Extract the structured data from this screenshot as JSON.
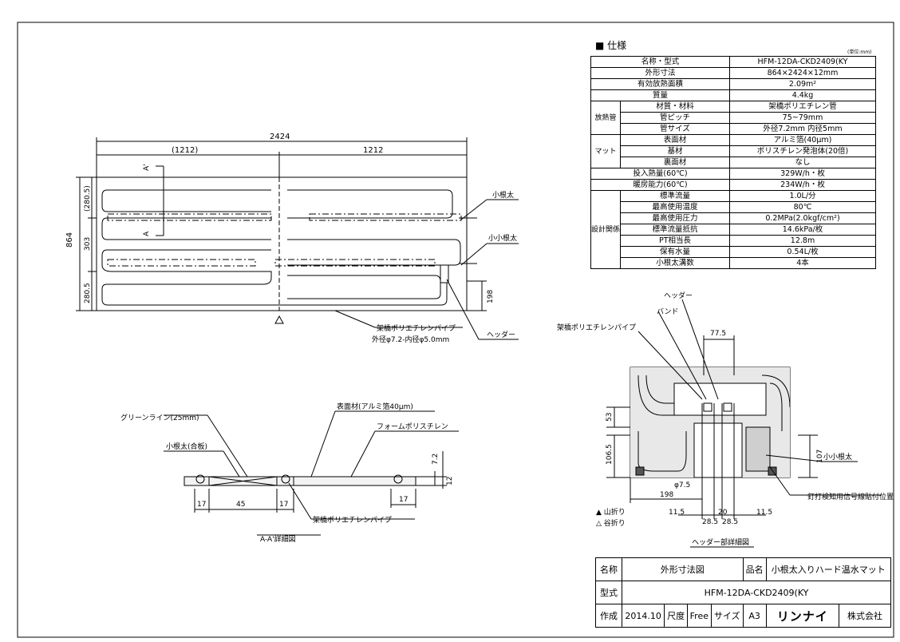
{
  "spec": {
    "title": "■ 仕様",
    "unit": "(単位:mm)",
    "rows": [
      {
        "label": "名称・型式",
        "value": "HFM-12DA-CKD2409(KY"
      },
      {
        "label": "外形寸法",
        "value": "864×2424×12mm"
      },
      {
        "label": "有効放熱面積",
        "value": "2.09m²"
      },
      {
        "label": "質量",
        "value": "4.4kg"
      },
      {
        "group": "放熱管",
        "label": "材質・材料",
        "value": "架橋ポリエチレン管"
      },
      {
        "label": "管ピッチ",
        "value": "75~79mm"
      },
      {
        "label": "管サイズ",
        "value": "外径7.2mm 内径5mm"
      },
      {
        "group": "マット",
        "label": "表面材",
        "value": "アルミ箔(40μm)"
      },
      {
        "label": "基材",
        "value": "ポリスチレン発泡体(20倍)"
      },
      {
        "label": "裏面材",
        "value": "なし"
      },
      {
        "label": "投入熱量(60℃)",
        "value": "329W/h・枚"
      },
      {
        "label": "暖房能力(60℃)",
        "value": "234W/h・枚"
      },
      {
        "group": "設計関係",
        "label": "標準流量",
        "value": "1.0L/分"
      },
      {
        "label": "最高使用温度",
        "value": "80℃"
      },
      {
        "label": "最高使用圧力",
        "value": "0.2MPa(2.0kgf/cm²)"
      },
      {
        "label": "標準流量抵抗",
        "value": "14.6kPa/枚"
      },
      {
        "label": "PT相当長",
        "value": "12.8m"
      },
      {
        "label": "保有水量",
        "value": "0.54L/枚"
      },
      {
        "label": "小根太溝数",
        "value": "4本"
      }
    ]
  },
  "plan": {
    "dim_total": "2424",
    "dim_left": "(1212)",
    "dim_right": "1212",
    "dim_h_total": "864",
    "dim_h1": "(280.5)",
    "dim_h2": "303",
    "dim_h3": "280.5",
    "dim_header": "198",
    "section_a": "A",
    "section_a2": "A'",
    "label_konebuto": "小根太",
    "label_kokonebuto": "小小根太",
    "label_header": "ヘッダー",
    "label_pipe": "架橋ポリエチレンパイプ",
    "label_pipe_size": "外径φ7.2-内径φ5.0mm"
  },
  "section": {
    "label_green": "グリーンライン(25mm)",
    "label_surface": "表面材(アルミ箔40μm)",
    "label_foam": "フォームポリスチレン",
    "label_konebuto": "小根太(合板)",
    "label_pipe": "架橋ポリエチレンパイプ",
    "dim_72": "7.2",
    "dim_12": "12",
    "dim_17a": "17",
    "dim_45": "45",
    "dim_17b": "17",
    "dim_17c": "17",
    "caption": "A-A'詳細図"
  },
  "header_detail": {
    "label_header": "ヘッダー",
    "label_band": "バンド",
    "label_pipe": "架橋ポリエチレンパイプ",
    "dim_775": "77.5",
    "dim_53": "53",
    "dim_1065": "106.5",
    "dim_107": "107",
    "dim_phi75": "φ7.5",
    "dim_198": "198",
    "dim_115a": "11.5",
    "dim_20": "20",
    "dim_115b": "11.5",
    "dim_285a": "28.5",
    "dim_285b": "28.5",
    "label_kokonebuto": "小小根太",
    "label_nail": "釘打検知用信号線貼付位置",
    "legend_mountain": "▲ 山折り",
    "legend_valley": "△ 谷折り",
    "caption": "ヘッダー部詳細図"
  },
  "title_block": {
    "name_label": "名称",
    "name_value": "外形寸法図",
    "product_label": "品名",
    "product_value": "小根太入りハード温水マット",
    "model_label": "型式",
    "model_value": "HFM-12DA-CKD2409(KY",
    "made_label": "作成",
    "made_value": "2014.10",
    "scale_label": "尺度",
    "scale_value": "Free",
    "size_label": "サイズ",
    "size_value": "A3",
    "brand": "リンナイ",
    "company": "株式会社"
  }
}
